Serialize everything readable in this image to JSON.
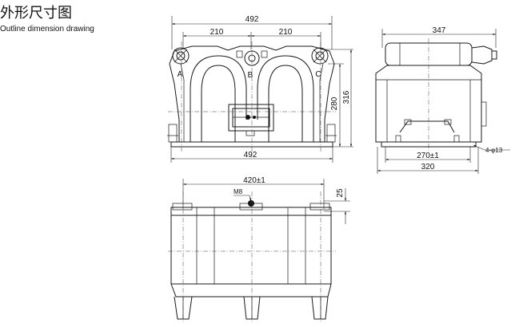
{
  "title": {
    "cn": "外形尺寸图",
    "en": "Outline dimension drawing"
  },
  "front_view": {
    "overall_width": "492",
    "pitch_left": "210",
    "pitch_right": "210",
    "base_width": "492",
    "height_inner": "280",
    "height_total": "316",
    "terminal_labels": [
      "A",
      "B",
      "C"
    ]
  },
  "side_view": {
    "overall_depth": "347",
    "mount_spacing": "270±1",
    "base_depth": "320",
    "hole_spec": "4-φ13"
  },
  "bottom_view": {
    "bolt_spacing": "420±1",
    "thread": "M8",
    "edge_offset": "25"
  }
}
